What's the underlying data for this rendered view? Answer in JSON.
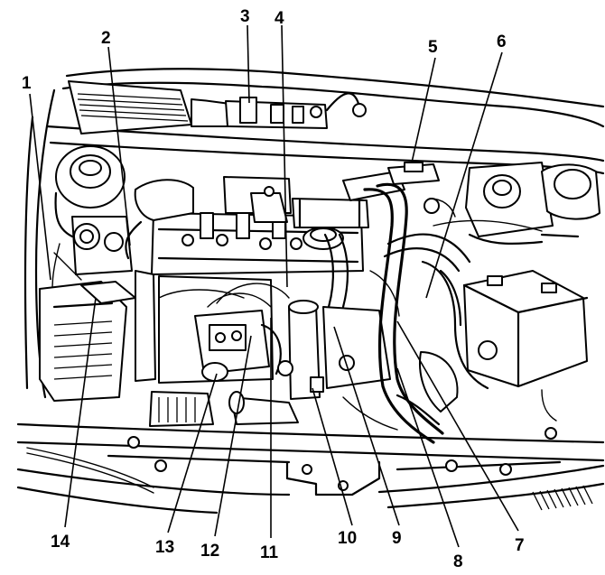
{
  "diagram": {
    "callouts": [
      "1",
      "2",
      "3",
      "4",
      "5",
      "6",
      "7",
      "8",
      "9",
      "10",
      "11",
      "12",
      "13",
      "14"
    ],
    "colors": {
      "ink": "#000000",
      "paper": "#ffffff"
    }
  }
}
